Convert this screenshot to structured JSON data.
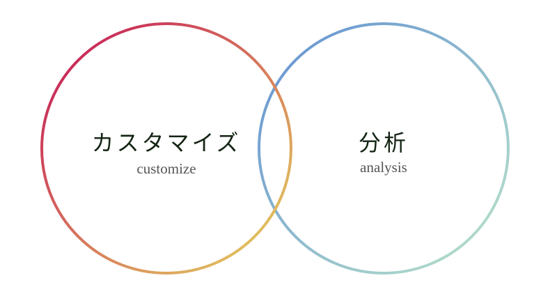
{
  "circles": [
    {
      "title": "カスタマイズ",
      "subtitle": "customize",
      "gradient": [
        "#c8245a",
        "#e2c45e"
      ]
    },
    {
      "title": "分析",
      "subtitle": "analysis",
      "gradient": [
        "#6a98d2",
        "#b2dcca"
      ]
    }
  ]
}
